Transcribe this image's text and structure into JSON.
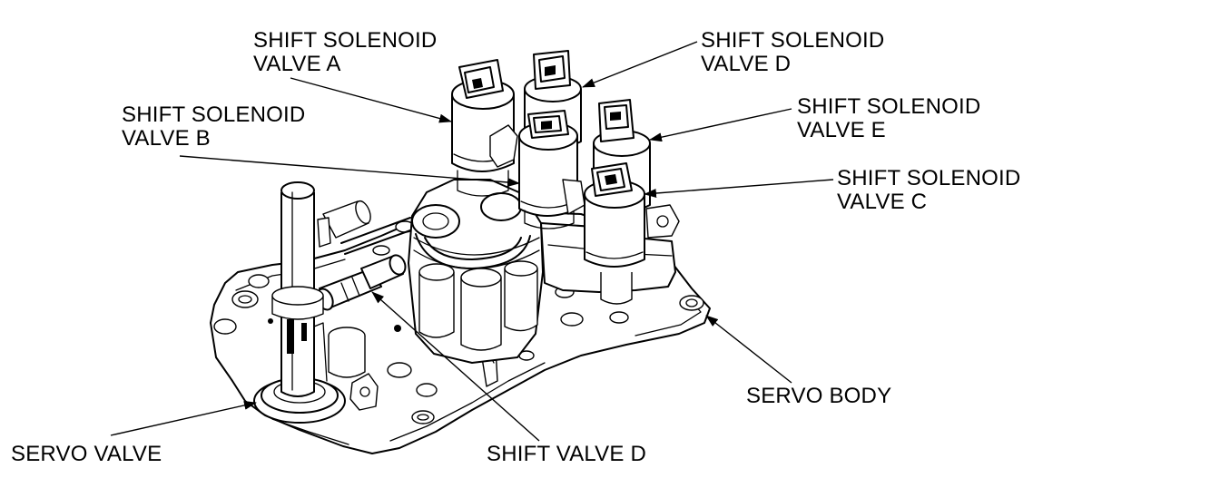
{
  "labels": {
    "solenoid_a": {
      "line1": "SHIFT SOLENOID",
      "line2": "VALVE A"
    },
    "solenoid_b": {
      "line1": "SHIFT SOLENOID",
      "line2": "VALVE B"
    },
    "solenoid_c": {
      "line1": "SHIFT SOLENOID",
      "line2": "VALVE C"
    },
    "solenoid_d": {
      "line1": "SHIFT SOLENOID",
      "line2": "VALVE D"
    },
    "solenoid_e": {
      "line1": "SHIFT SOLENOID",
      "line2": "VALVE E"
    },
    "servo_valve": "SERVO VALVE",
    "shift_valve_d": "SHIFT VALVE D",
    "servo_body": "SERVO BODY"
  }
}
